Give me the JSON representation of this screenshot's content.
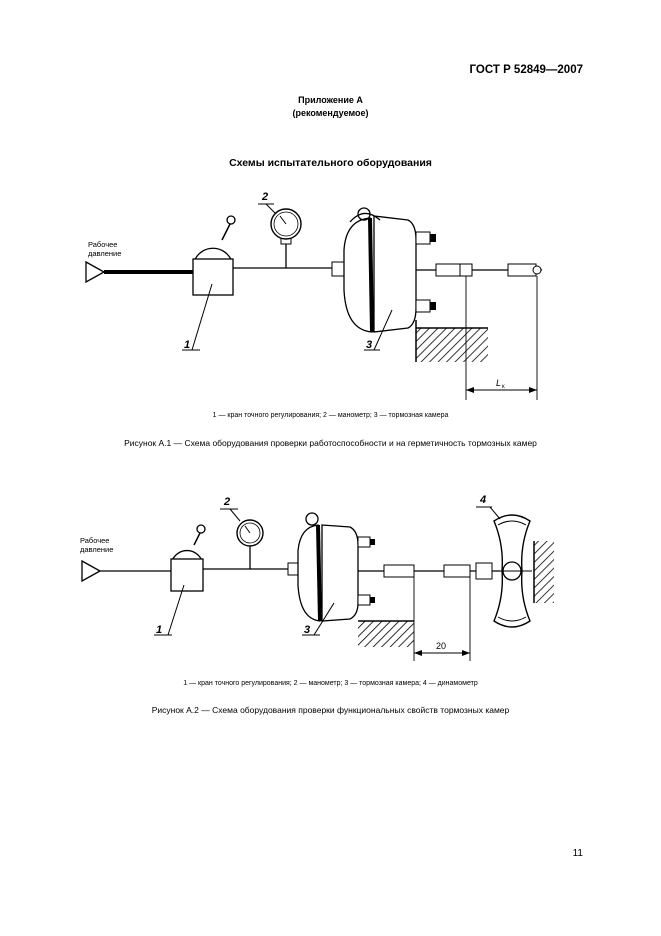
{
  "header": {
    "doc_id": "ГОСТ Р 52849—2007"
  },
  "appendix": {
    "title": "Приложение А",
    "subtitle": "(рекомендуемое)"
  },
  "section_title": "Схемы испытательного оборудования",
  "figure1": {
    "pressure_label": "Рабочее давление",
    "numbers": [
      "1",
      "2",
      "3"
    ],
    "dim_label": "L",
    "dim_sub": "к",
    "legend": "1 — кран точного регулирования; 2 — манометр; 3 — тормозная камера",
    "caption": "Рисунок А.1 — Схема оборудования проверки работоспособности и на герметичность тормозных камер"
  },
  "figure2": {
    "pressure_label": "Рабочее давление",
    "numbers": [
      "1",
      "2",
      "3",
      "4"
    ],
    "dim_label": "20",
    "legend": "1 — кран точного регулирования; 2 — манометр; 3 — тормозная камера; 4 — динамометр",
    "caption": "Рисунок А.2 — Схема оборудования проверки функциональных свойств тормозных камер"
  },
  "page_number": "11"
}
